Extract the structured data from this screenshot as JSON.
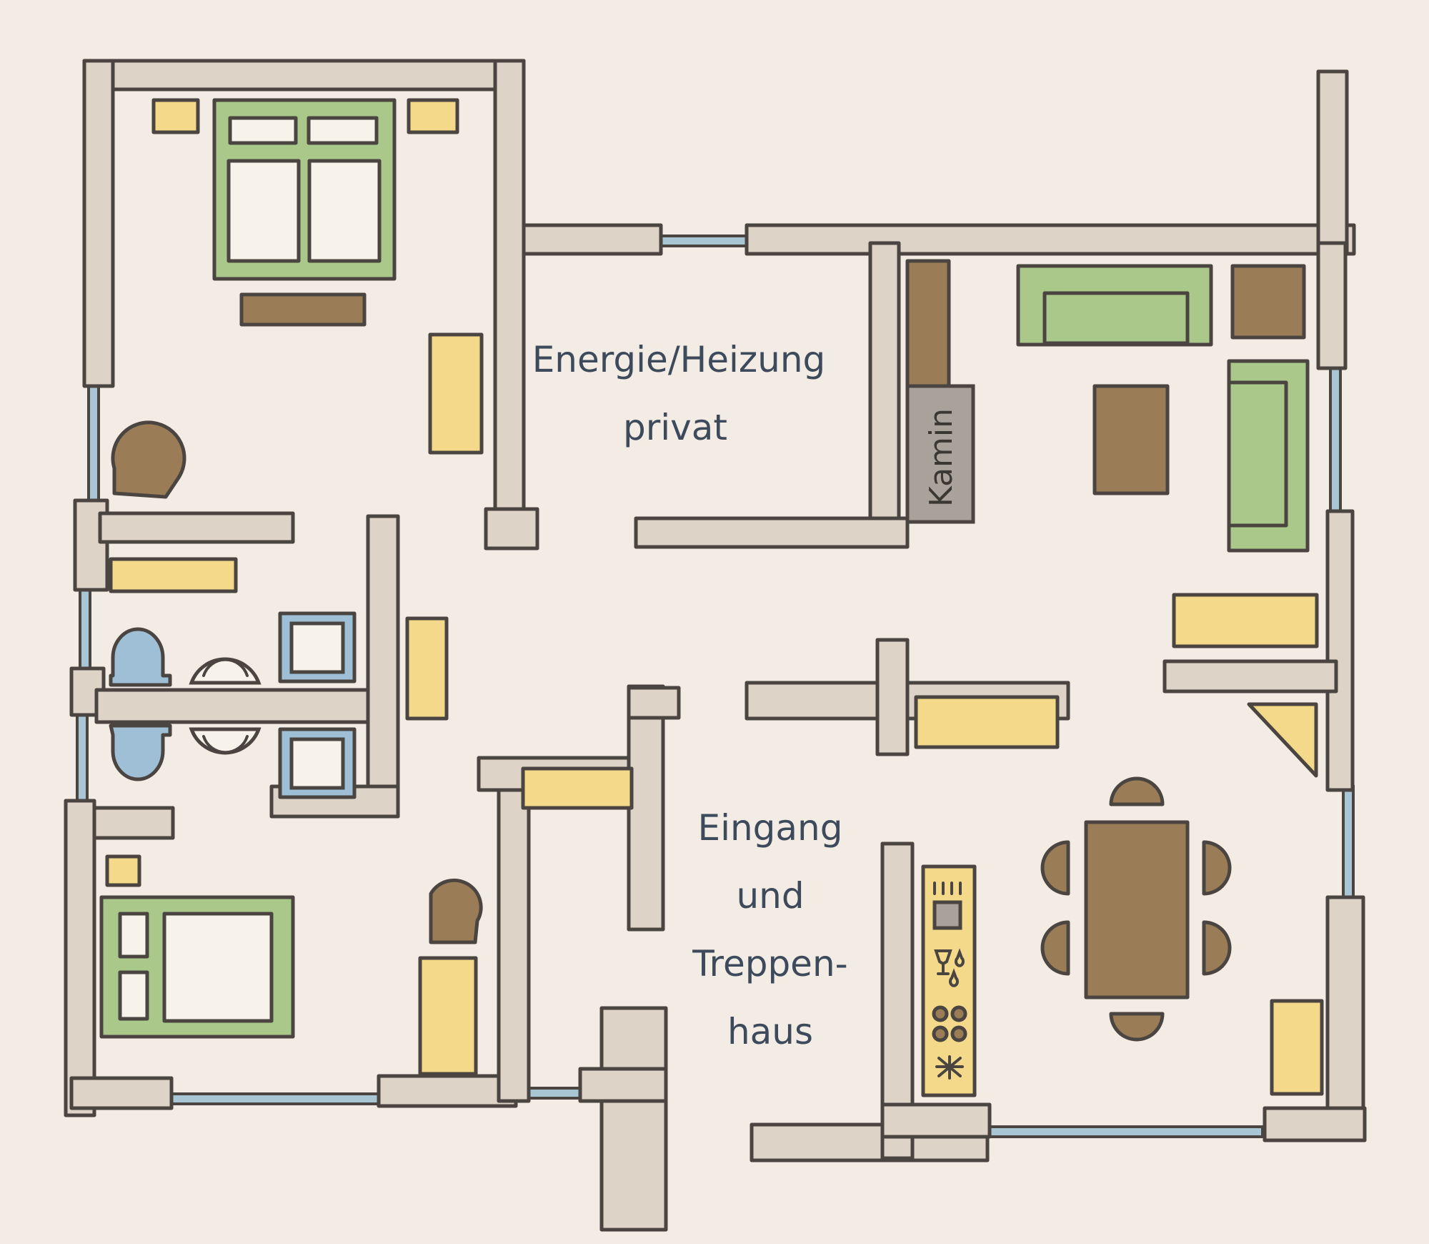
{
  "rooms": {
    "energie_line1": "Energie/Heizung",
    "energie_line2": "privat",
    "eingang_line1": "Eingang",
    "eingang_line2": "und",
    "eingang_line3": "Treppen-",
    "eingang_line4": "haus",
    "kamin": "Kamin"
  },
  "colors": {
    "background": "#f3ece4",
    "wall": "#ddd3c7",
    "outline": "#4a4540",
    "window": "#a9c6d4",
    "storage_yellow": "#f4d98a",
    "bed_sofa_green": "#a9c88a",
    "wood_brown": "#9a7d56",
    "sanitary_blue": "#9fbfd6",
    "fireplace_grey": "#a8a29b",
    "label_text": "#3d4a5c"
  }
}
